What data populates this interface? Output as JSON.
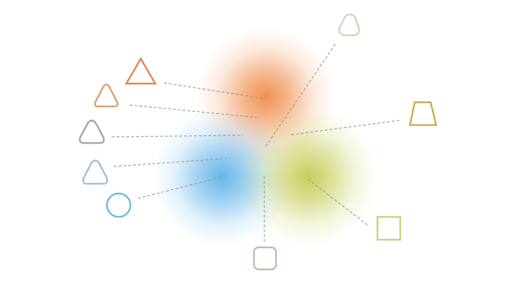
{
  "blobs": [
    {
      "name": "orange-glow-blob",
      "color": "#ef8a48"
    },
    {
      "name": "blue-glow-blob",
      "color": "#5fb2e8"
    },
    {
      "name": "olive-glow-blob",
      "color": "#c4cb52"
    }
  ],
  "icons": [
    {
      "name": "triangle-icon-orange",
      "shape": "triangle",
      "color": "#e8834a"
    },
    {
      "name": "rounded-triangle-icon-tan",
      "shape": "rounded-triangle",
      "color": "#d8a274"
    },
    {
      "name": "rounded-triangle-icon-gray",
      "shape": "rounded-triangle",
      "color": "#a9a4a6"
    },
    {
      "name": "rounded-triangle-icon-lightblue",
      "shape": "rounded-triangle",
      "color": "#9cc1d8"
    },
    {
      "name": "circle-icon-blue",
      "shape": "circle",
      "color": "#68b9e4"
    },
    {
      "name": "rounded-square-icon-sage",
      "shape": "rounded-square",
      "color": "#acc7a6"
    },
    {
      "name": "square-icon-yellowgreen",
      "shape": "square",
      "color": "#c8d17a"
    },
    {
      "name": "trapezoid-icon-gold",
      "shape": "trapezoid",
      "color": "#d2a555"
    },
    {
      "name": "rounded-triangle-icon-beige",
      "shape": "rounded-triangle",
      "color": "#d9d1be"
    }
  ],
  "connector_color": "#9a9a9a"
}
